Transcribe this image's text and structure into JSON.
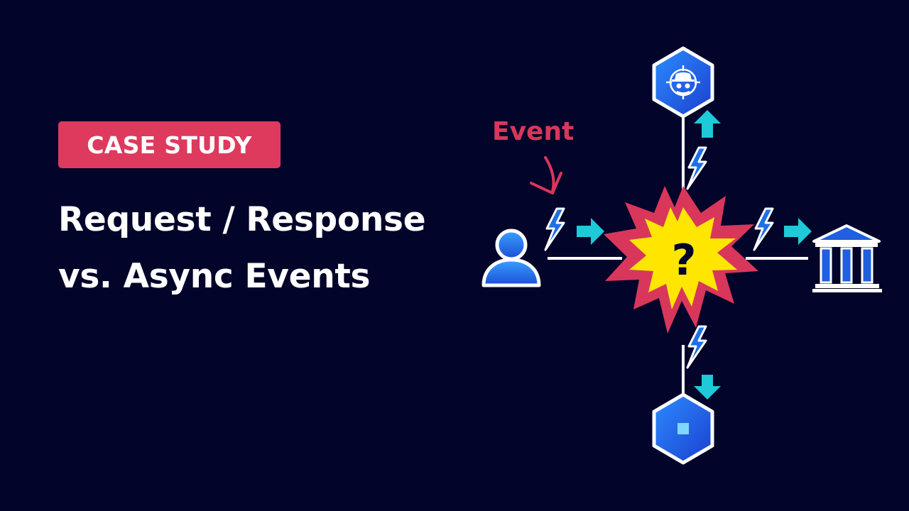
{
  "badge": {
    "label": "CASE STUDY"
  },
  "headline": {
    "line1": "Request / Response",
    "line2": "vs. Async Events"
  },
  "diagram": {
    "event_label": "Event",
    "center_symbol": "?"
  },
  "colors": {
    "background": "#03042a",
    "badge": "#de3a5e",
    "event_red": "#d8375b",
    "burst_outer": "#d8375b",
    "burst_inner": "#ffe600",
    "line_white": "#ffffff",
    "arrow_cyan": "#1fc9d8",
    "bolt_blue": "#1e6fe8",
    "node_blue": "#1f5fe0"
  }
}
